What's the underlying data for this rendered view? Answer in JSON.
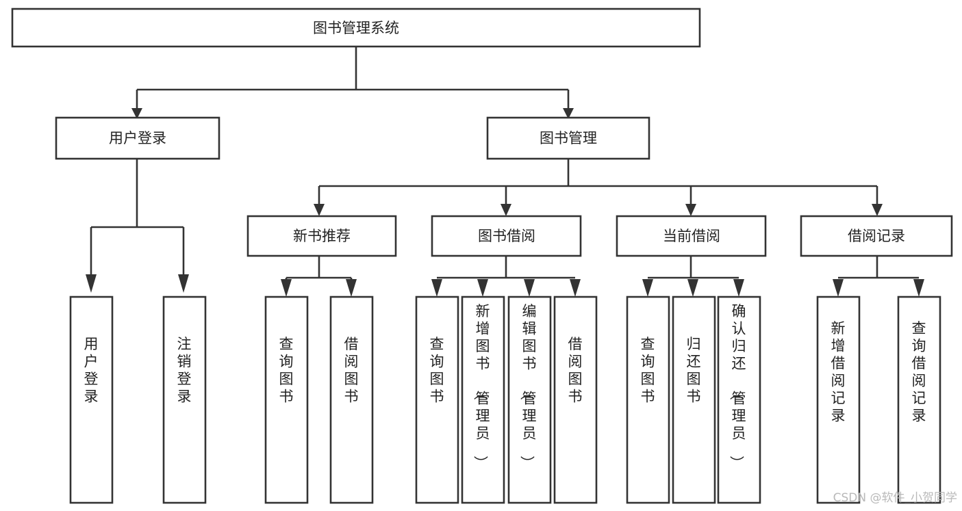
{
  "diagram": {
    "type": "tree-hierarchy",
    "title": "图书管理系统",
    "orientation": "top-down",
    "colors": {
      "box_stroke": "#333333",
      "box_fill": "#ffffff",
      "text": "#222222",
      "background": "#ffffff",
      "watermark": "#b9b9b9"
    },
    "root": {
      "label": "图书管理系统"
    },
    "level2": [
      {
        "label": "用户登录"
      },
      {
        "label": "图书管理"
      }
    ],
    "level3": [
      {
        "label": "新书推荐"
      },
      {
        "label": "图书借阅"
      },
      {
        "label": "当前借阅"
      },
      {
        "label": "借阅记录"
      }
    ],
    "leaves_user_login": [
      {
        "label": "用户登录"
      },
      {
        "label": "注销登录"
      }
    ],
    "leaves_new_book": [
      {
        "label": "查询图书"
      },
      {
        "label": "借阅图书"
      }
    ],
    "leaves_borrow": [
      {
        "label": "查询图书"
      },
      {
        "label": "新增图书（管理员）"
      },
      {
        "label": "编辑图书（管理员）"
      },
      {
        "label": "借阅图书"
      }
    ],
    "leaves_current": [
      {
        "label": "查询图书"
      },
      {
        "label": "归还图书"
      },
      {
        "label": "确认归还（管理员）"
      }
    ],
    "leaves_records": [
      {
        "label": "新增借阅记录"
      },
      {
        "label": "查询借阅记录"
      }
    ]
  },
  "watermark": {
    "text": "CSDN @软件_小贺同学"
  }
}
